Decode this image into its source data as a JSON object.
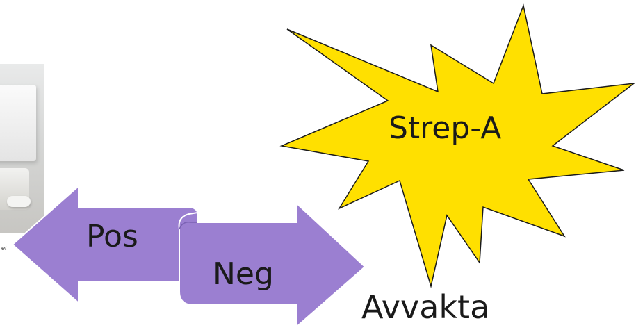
{
  "image_caption": "et",
  "starburst": {
    "label": "Strep-A",
    "fill": "#ffe000"
  },
  "arrows": {
    "fill": "#9b7fd1",
    "left_label": "Pos",
    "right_label": "Neg"
  },
  "bottom_label": "Avvakta"
}
